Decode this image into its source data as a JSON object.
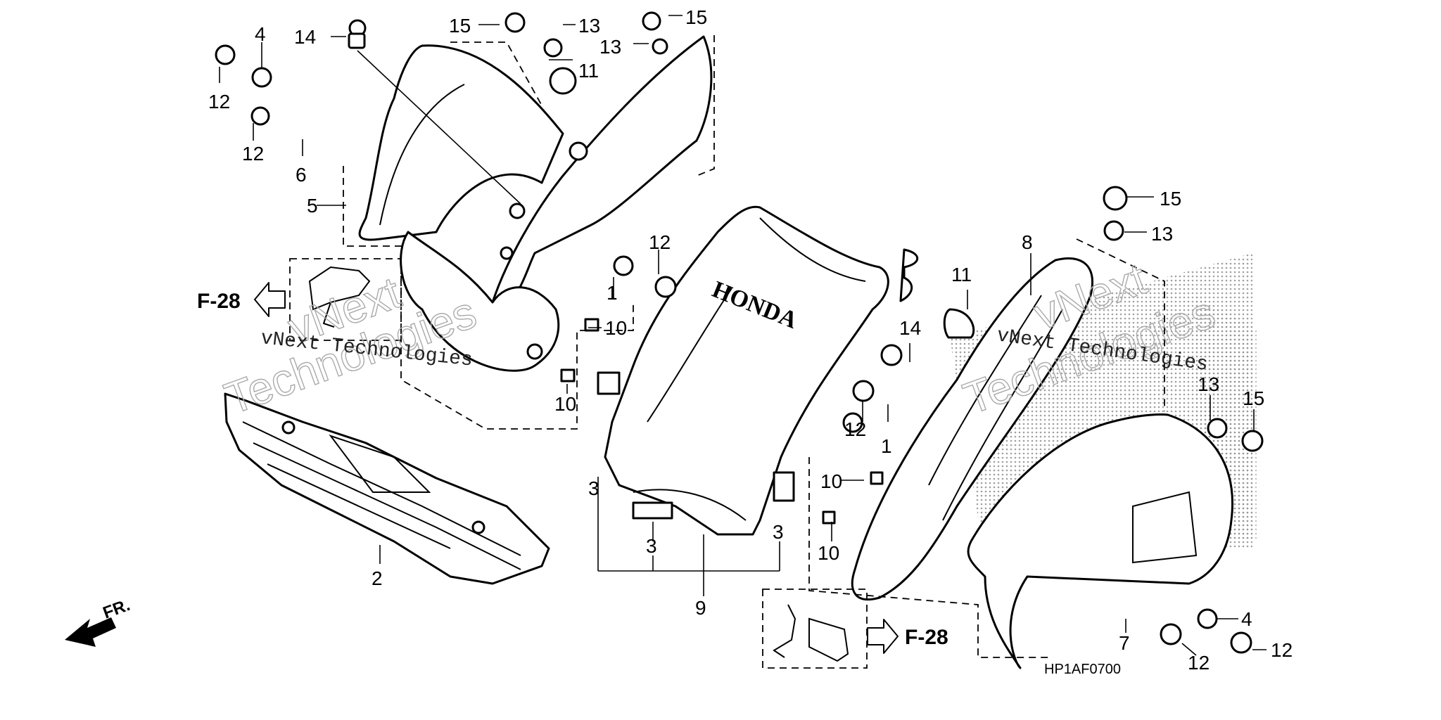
{
  "watermark": {
    "brand": "vNext",
    "full": "vNext Technologies",
    "word": "Technologies"
  },
  "brand_logo": "HONDA",
  "diagram_code": "HP1AF0700",
  "direction_label": "FR.",
  "refs": [
    {
      "id": "ref-left",
      "label": "F-28"
    },
    {
      "id": "ref-right",
      "label": "F-28"
    }
  ],
  "callouts": [
    {
      "label": "14"
    },
    {
      "label": "4"
    },
    {
      "label": "12"
    },
    {
      "label": "12"
    },
    {
      "label": "6"
    },
    {
      "label": "5"
    },
    {
      "label": "15"
    },
    {
      "label": "13"
    },
    {
      "label": "11"
    },
    {
      "label": "13"
    },
    {
      "label": "15"
    },
    {
      "label": "12"
    },
    {
      "label": "1"
    },
    {
      "label": "10"
    },
    {
      "label": "10"
    },
    {
      "label": "2"
    },
    {
      "label": "3"
    },
    {
      "label": "3"
    },
    {
      "label": "3"
    },
    {
      "label": "9"
    },
    {
      "label": "8"
    },
    {
      "label": "11"
    },
    {
      "label": "14"
    },
    {
      "label": "12"
    },
    {
      "label": "1"
    },
    {
      "label": "15"
    },
    {
      "label": "13"
    },
    {
      "label": "13"
    },
    {
      "label": "15"
    },
    {
      "label": "10"
    },
    {
      "label": "10"
    },
    {
      "label": "4"
    },
    {
      "label": "7"
    },
    {
      "label": "12"
    },
    {
      "label": "12"
    }
  ],
  "colors": {
    "line": "#000000",
    "background": "#ffffff",
    "screen": "#9a9a9a"
  },
  "icons": [
    "arrow-left-icon",
    "arrow-right-icon",
    "front-arrow-icon"
  ]
}
